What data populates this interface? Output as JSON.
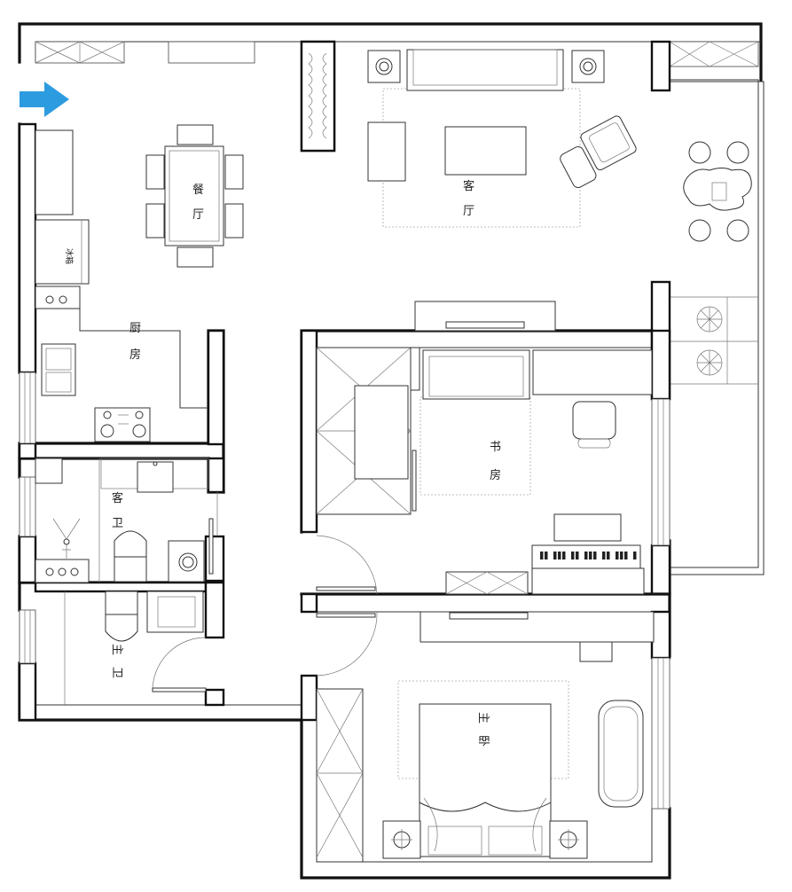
{
  "rooms": {
    "dining": [
      "餐",
      "厅"
    ],
    "living": [
      "客",
      "厅"
    ],
    "kitchen": [
      "厨",
      "房"
    ],
    "study": [
      "书",
      "房"
    ],
    "guest_bath": [
      "客",
      "卫"
    ],
    "master_bath": [
      "主",
      "卫"
    ],
    "master_bedroom": [
      "主",
      "卧"
    ]
  },
  "appliances": {
    "fridge": "冰箱"
  },
  "colors": {
    "entry_arrow": "#2d9be0",
    "wall": "#111111",
    "furniture_line": "#333333"
  },
  "icons": [
    "entry-arrow-icon"
  ]
}
